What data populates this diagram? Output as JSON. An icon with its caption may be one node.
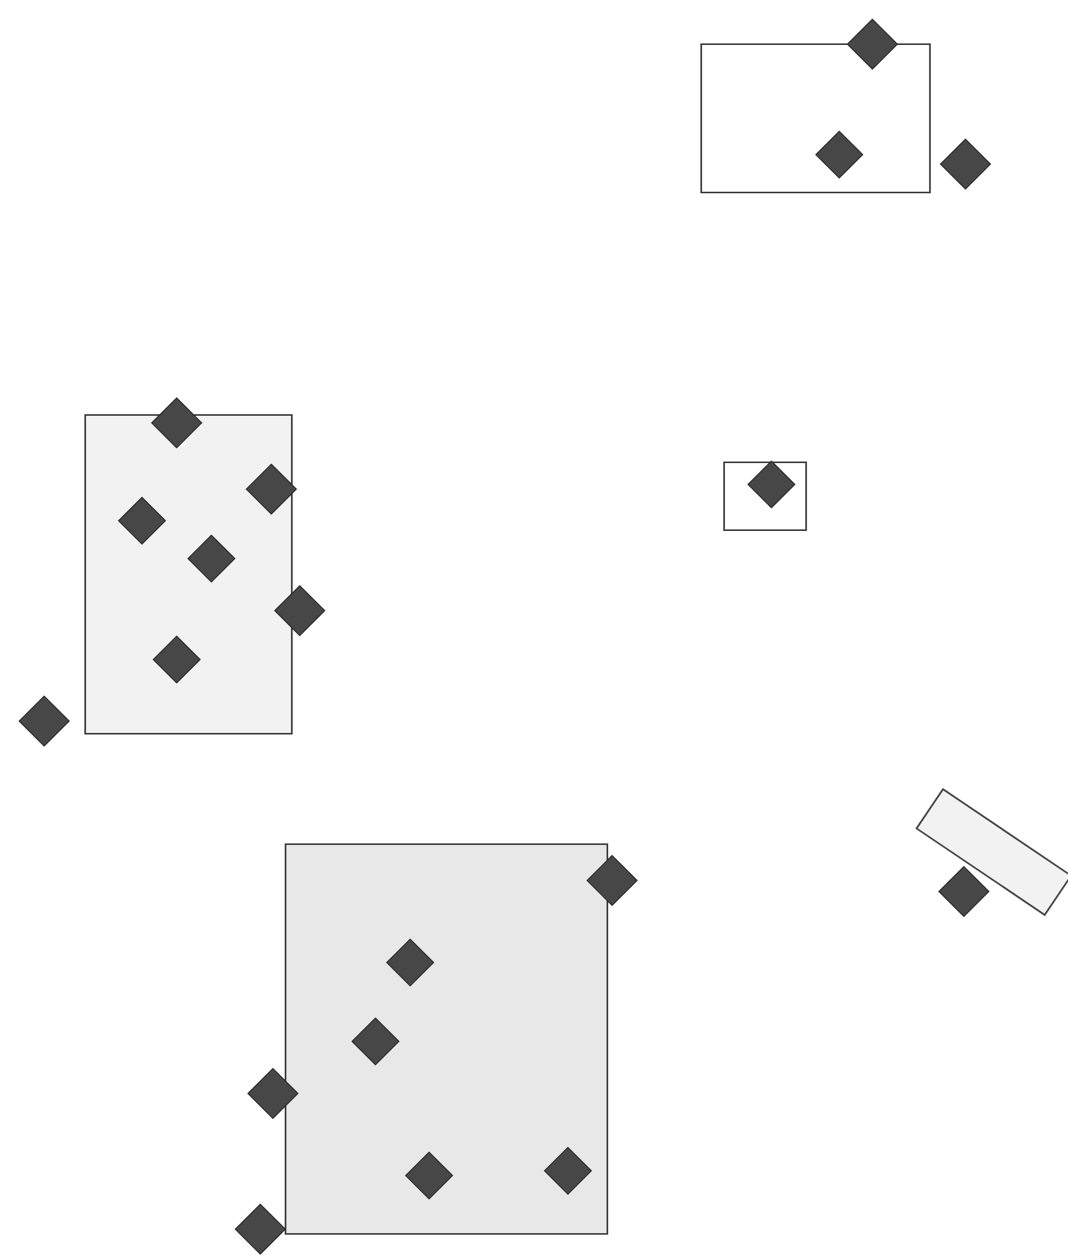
{
  "diagram": {
    "nodes": [
      {
        "text": [],
        "shape": "box"
      },
      {
        "text": [],
        "shape": "diamond"
      },
      {
        "text": [],
        "shape": "diamond",
        "in": 0
      },
      {
        "text": [],
        "shape": "diamond"
      },
      {
        "text": [],
        "shape": "box"
      },
      {
        "text": [],
        "shape": "diamond"
      },
      {
        "text": [],
        "shape": "diamond"
      },
      {
        "text": [],
        "shape": "diamond",
        "in": 4
      },
      {
        "text": [],
        "shape": "diamond",
        "in": 4
      },
      {
        "text": [],
        "shape": "diamond"
      },
      {
        "text": [],
        "shape": "diamond",
        "in": 4
      },
      {
        "text": [],
        "shape": "diamond"
      },
      {
        "text": [],
        "shape": "box"
      },
      {
        "text": [],
        "shape": "diamond",
        "in": 12
      },
      {
        "text": [],
        "shape": "box"
      },
      {
        "text": [],
        "shape": "diamond"
      },
      {
        "text": [],
        "shape": "box"
      },
      {
        "text": [],
        "shape": "diamond"
      },
      {
        "text": [],
        "shape": "diamond",
        "in": 16
      },
      {
        "text": [],
        "shape": "diamond",
        "in": 16
      },
      {
        "text": [],
        "shape": "diamond"
      },
      {
        "text": [],
        "shape": "diamond",
        "in": 16
      },
      {
        "text": [],
        "shape": "diamond",
        "in": 16
      },
      {
        "text": [],
        "shape": "diamond"
      }
    ]
  }
}
